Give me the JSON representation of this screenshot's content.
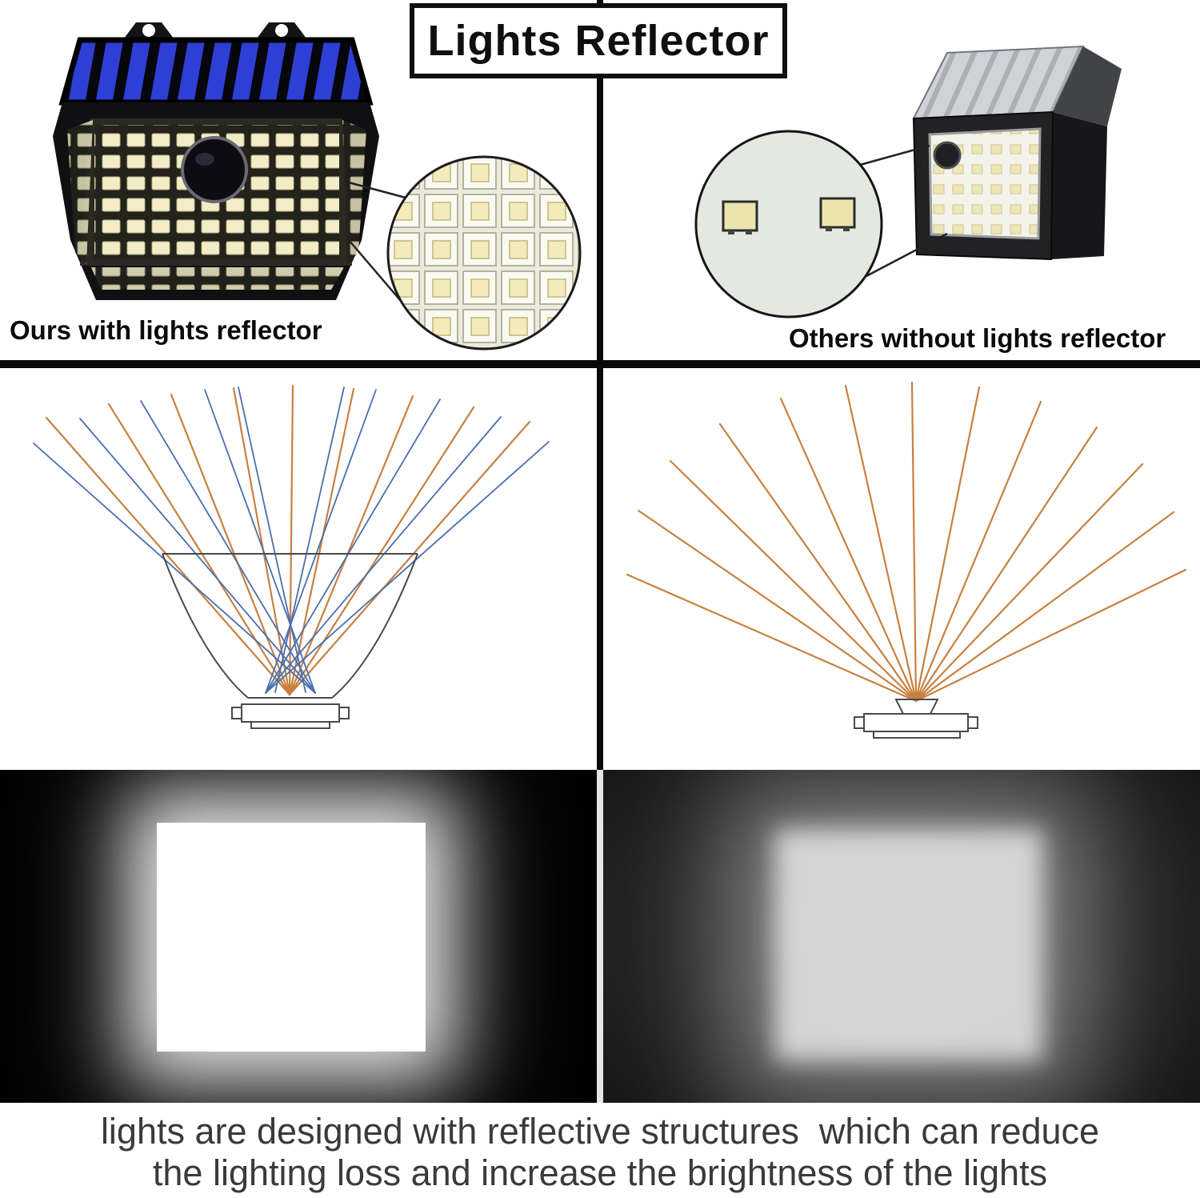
{
  "title": "Lights Reflector",
  "comparison": {
    "ours": {
      "caption": "Ours with lights reflector"
    },
    "others": {
      "caption": "Others without lights reflector"
    }
  },
  "footer": {
    "line1": "lights are designed with reflective structures  which can reduce",
    "line2": "the lighting loss and increase the brightness of the lights"
  },
  "colors": {
    "divider_black": "#0a0a0a",
    "ray_orange": "#c9803f",
    "ray_blue": "#4a6fae",
    "led_cream": "#f2edc6",
    "solar_blue": "#2e3fd6"
  }
}
